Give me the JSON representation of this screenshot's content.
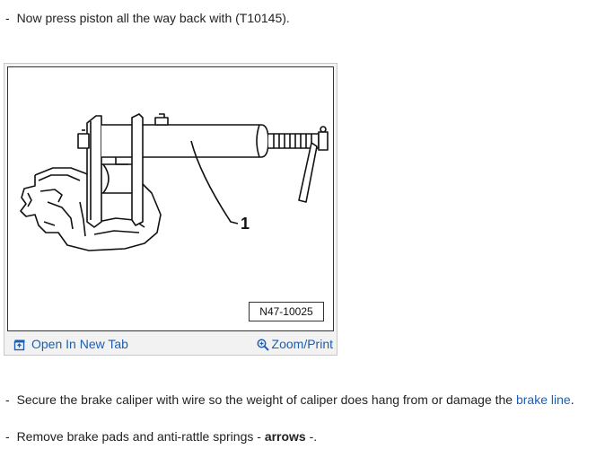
{
  "steps": [
    {
      "dash": "-",
      "text": "Now press piston all the way back with (T10145)."
    },
    {
      "dash": "-",
      "text_before": "Secure the brake caliper with wire so the weight of caliper does hang from or damage the ",
      "link": "brake line",
      "text_after": "."
    },
    {
      "dash": "-",
      "text_before": "Remove brake pads and anti-rattle springs - ",
      "bold": "arrows",
      "text_after": " -."
    }
  ],
  "figure": {
    "callout": "1",
    "code": "N47-10025",
    "open_tab_label": "Open In New Tab",
    "zoom_label": "Zoom/Print"
  },
  "icons": {
    "open_tab": "open-in-new-tab-icon",
    "zoom": "magnifier-zoom-icon"
  },
  "colors": {
    "link": "#1a5fb4",
    "text": "#222222"
  }
}
